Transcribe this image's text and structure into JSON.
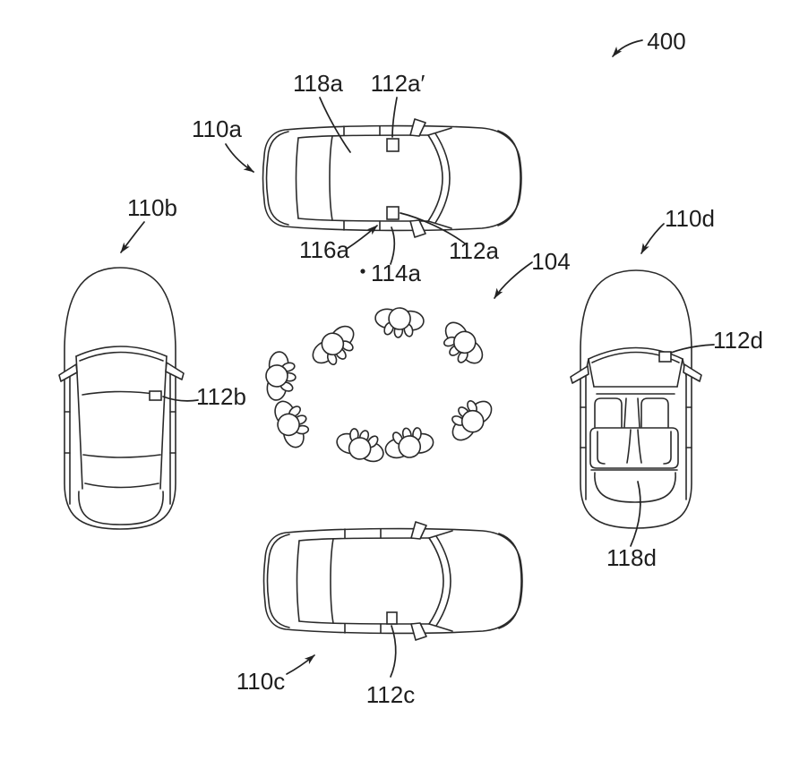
{
  "figure": {
    "colors": {
      "ink": "#2a2a2a",
      "background": "#ffffff"
    },
    "labels": {
      "l400": "400",
      "l110a": "110a",
      "l110b": "110b",
      "l110c": "110c",
      "l110d": "110d",
      "l112a": "112a",
      "l112a_prime": "112a′",
      "l112b": "112b",
      "l112c": "112c",
      "l112d": "112d",
      "l114a": "114a",
      "l116a": "116a",
      "l118a": "118a",
      "l118d": "118d",
      "l104": "104"
    }
  }
}
